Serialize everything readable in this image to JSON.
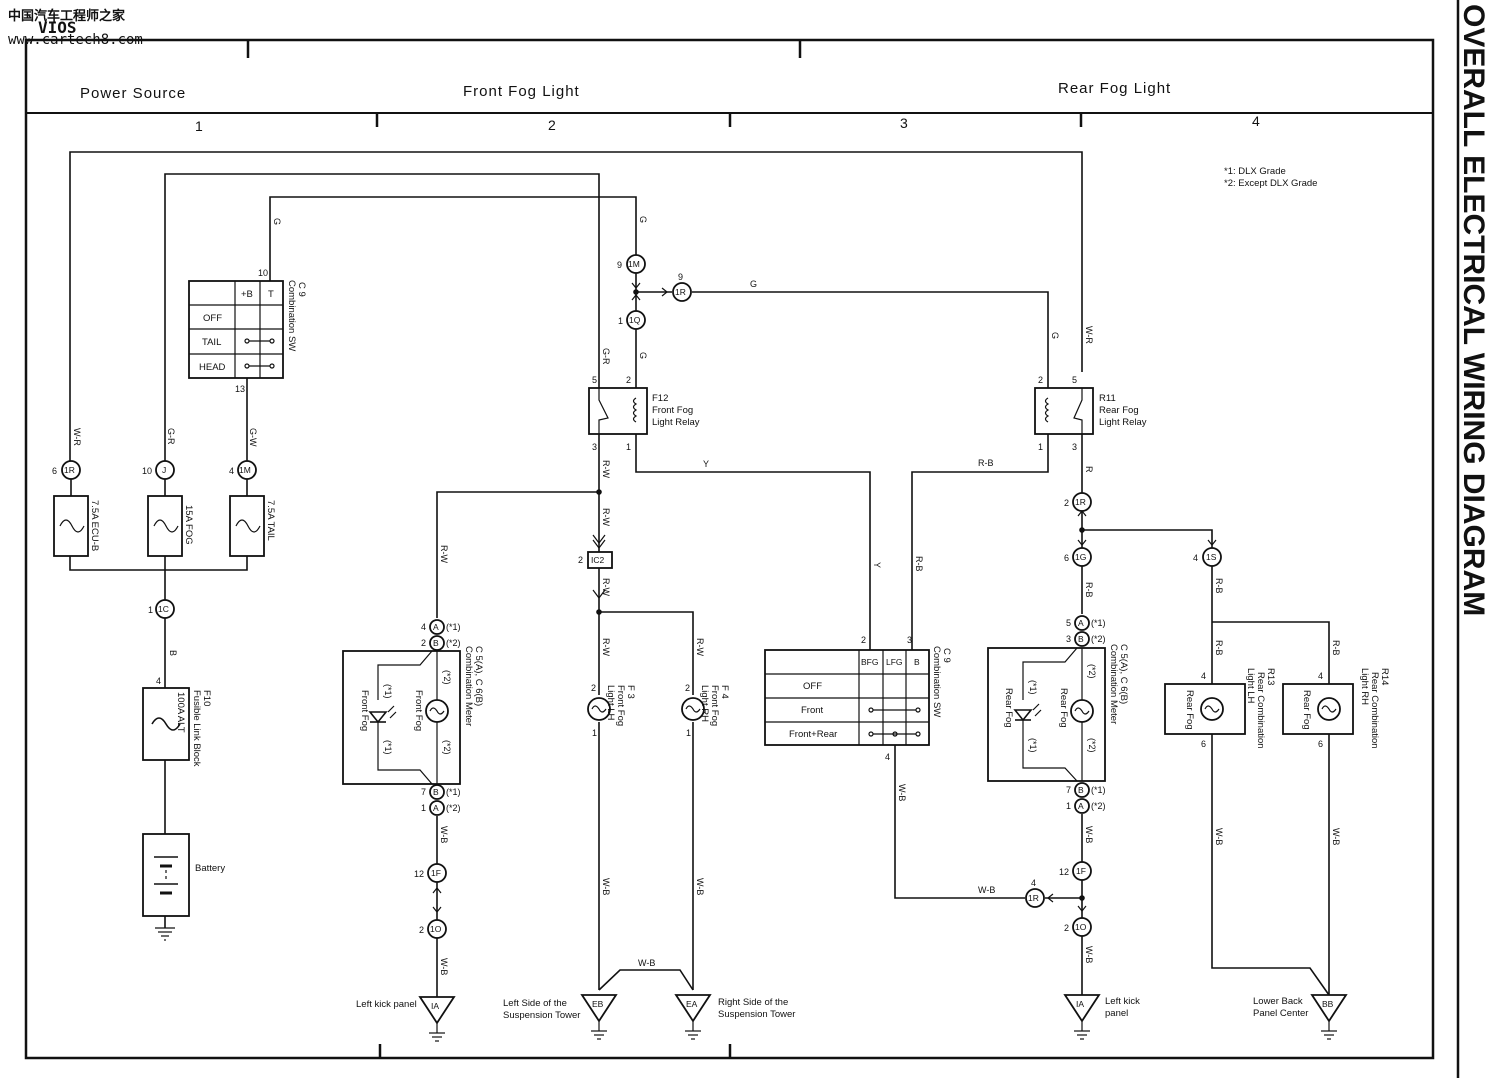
{
  "watermark": {
    "line1": "中国汽车工程师之家",
    "line2": "www.cartech8.com",
    "model": "VIOS"
  },
  "side_title": "OVERALL ELECTRICAL WIRING DIAGRAM",
  "sections": {
    "power_source": "Power Source",
    "front_fog": "Front Fog Light",
    "rear_fog": "Rear Fog Light"
  },
  "columns": [
    "1",
    "2",
    "3",
    "4"
  ],
  "notes": {
    "note1": "*1: DLX Grade",
    "note2": "*2: Except DLX Grade"
  },
  "fuses": [
    {
      "name": "7.5A ECU-B",
      "connector": "1R",
      "pin": "6",
      "wire": "W-R"
    },
    {
      "name": "15A FOG",
      "connector": "J",
      "pin": "10",
      "wire": "G-R"
    },
    {
      "name": "7.5A TAIL",
      "connector": "1M",
      "pin": "4",
      "wire": "G-W"
    }
  ],
  "fusible_link": {
    "code": "F10",
    "name": "Fusible Link Block",
    "rating": "100A ALT",
    "pin": "4",
    "wire": "B",
    "connector": "1C",
    "connector_pin": "1"
  },
  "battery": {
    "label": "Battery"
  },
  "combination_sw_top": {
    "code": "C 9",
    "name": "Combination SW",
    "headers": [
      "+B",
      "T"
    ],
    "rows": [
      "OFF",
      "TAIL",
      "HEAD"
    ],
    "pin_top": "10",
    "pin_bottom": "13",
    "wire_top": "G"
  },
  "front_relay": {
    "code": "F12",
    "name1": "Front Fog",
    "name2": "Light Relay",
    "pins": {
      "p5": "5",
      "p2": "2",
      "p3": "3",
      "p1": "1"
    }
  },
  "rear_relay": {
    "code": "R11",
    "name1": "Rear Fog",
    "name2": "Light Relay",
    "pins": {
      "p2": "2",
      "p5": "5",
      "p1": "1",
      "p3": "3"
    }
  },
  "junctions": {
    "j1M": {
      "label": "1M",
      "pin": "9"
    },
    "j1Q": {
      "label": "1Q",
      "pin": "1"
    },
    "j1R_top": {
      "label": "1R",
      "pin": "9"
    },
    "jIC2": {
      "label": "IC2",
      "pin": "2"
    },
    "j1R_rear": {
      "label": "1R",
      "pin": "2"
    },
    "j1G": {
      "label": "1G",
      "pin": "6"
    },
    "j1S": {
      "label": "1S",
      "pin": "4"
    },
    "j1F_front": {
      "label": "1F",
      "pin": "12"
    },
    "j1O_front": {
      "label": "1O",
      "pin": "2"
    },
    "j1F_rear": {
      "label": "1F",
      "pin": "12"
    },
    "j1O_rear": {
      "label": "1O",
      "pin": "2"
    },
    "j1R_bottom": {
      "label": "1R",
      "pin": "4"
    }
  },
  "meter_front": {
    "code": "C 5(A), C 6(B)",
    "name": "Combination Meter",
    "pin_a_top": "4",
    "pin_b_top": "2",
    "pin_b_bot": "7",
    "pin_a_bot": "1",
    "tag1": "(*1)",
    "tag2": "(*2)",
    "led": "Front Fog",
    "lamp": "Front Fog",
    "star1": "(*1)",
    "star2": "(*2)"
  },
  "meter_rear": {
    "code": "C 5(A), C 6(B)",
    "name": "Combination Meter",
    "pin_a_top": "5",
    "pin_b_top": "3",
    "pin_b_bot": "7",
    "pin_a_bot": "1",
    "tag1": "(*1)",
    "tag2": "(*2)",
    "led": "Rear Fog",
    "lamp": "Rear Fog",
    "star1": "(*1)",
    "star2": "(*2)"
  },
  "fog_lights": [
    {
      "code": "F 3",
      "name1": "Front Fog",
      "name2": "Light LH",
      "pin_top": "2",
      "pin_bot": "1"
    },
    {
      "code": "F 4",
      "name1": "Front Fog",
      "name2": "Light RH",
      "pin_top": "2",
      "pin_bot": "1"
    }
  ],
  "rear_lamps": [
    {
      "code": "R13",
      "name1": "Rear Combination",
      "name2": "Light LH",
      "inner": "Rear Fog",
      "pin_top": "4",
      "pin_bot": "6"
    },
    {
      "code": "R14",
      "name1": "Rear Combination",
      "name2": "Light RH",
      "inner": "Rear Fog",
      "pin_top": "4",
      "pin_bot": "6"
    }
  ],
  "combination_sw_mid": {
    "code": "C 9",
    "name": "Combination SW",
    "headers": [
      "BFG",
      "LFG",
      "B"
    ],
    "rows": [
      "OFF",
      "Front",
      "Front+Rear"
    ],
    "pin_2": "2",
    "pin_3": "3",
    "pin_4": "4"
  },
  "wires": {
    "g": "G",
    "gr": "G-R",
    "rw": "R-W",
    "y": "Y",
    "rb": "R-B",
    "r": "R",
    "wr": "W-R",
    "wb": "W-B",
    "b": "B"
  },
  "grounds": [
    {
      "id": "IA",
      "label": "Left kick panel"
    },
    {
      "id": "EB",
      "label1": "Left Side of the",
      "label2": "Suspension Tower"
    },
    {
      "id": "EA",
      "label1": "Right Side of the",
      "label2": "Suspension Tower"
    },
    {
      "id": "IA",
      "label1": "Left kick",
      "label2": "panel"
    },
    {
      "id": "BB",
      "label1": "Lower Back",
      "label2": "Panel Center"
    }
  ]
}
